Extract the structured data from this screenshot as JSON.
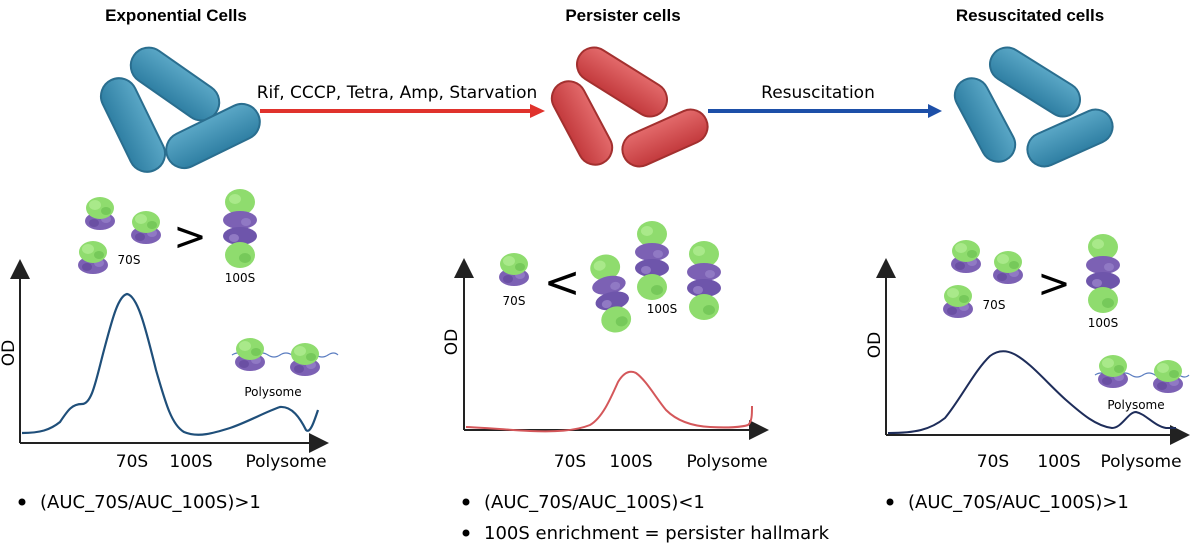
{
  "colors": {
    "cell_normal": "#3a8db0",
    "cell_normal_light": "#5aa7c6",
    "cell_persister": "#d4474a",
    "cell_persister_light": "#e36a6b",
    "arrow_treatment": "#e0322c",
    "arrow_resuscitation": "#1d4fa8",
    "curve_exponential": "#1f4f7a",
    "curve_persister": "#d4575a",
    "curve_resuscitated": "#1e2d5a",
    "ribosome_small": "#8fdc6e",
    "ribosome_large": "#7c61b4"
  },
  "panels": [
    {
      "id": "exponential",
      "title": "Exponential Cells",
      "ylabel": "OD",
      "xticks": [
        "70S",
        "100S",
        "Polysome"
      ],
      "labels": {
        "s70": "70S",
        "s100": "100S",
        "polysome": "Polysome"
      },
      "comparison": ">",
      "bullets": [
        "(AUC_70S/AUC_100S)>1"
      ]
    },
    {
      "id": "persister",
      "title": "Persister cells",
      "ylabel": "OD",
      "xticks": [
        "70S",
        "100S",
        "Polysome"
      ],
      "labels": {
        "s70": "70S",
        "s100": "100S"
      },
      "comparison": "<",
      "bullets": [
        "(AUC_70S/AUC_100S)<1",
        "100S enrichment = persister hallmark"
      ]
    },
    {
      "id": "resuscitated",
      "title": "Resuscitated cells",
      "ylabel": "OD",
      "xticks": [
        "70S",
        "100S",
        "Polysome"
      ],
      "labels": {
        "s70": "70S",
        "s100": "100S",
        "polysome": "Polysome"
      },
      "comparison": ">",
      "bullets": [
        "(AUC_70S/AUC_100S)>1"
      ]
    }
  ],
  "arrows": {
    "treatment": "Rif, CCCP, Tetra, Amp, Starvation",
    "resuscitation": "Resuscitation"
  }
}
